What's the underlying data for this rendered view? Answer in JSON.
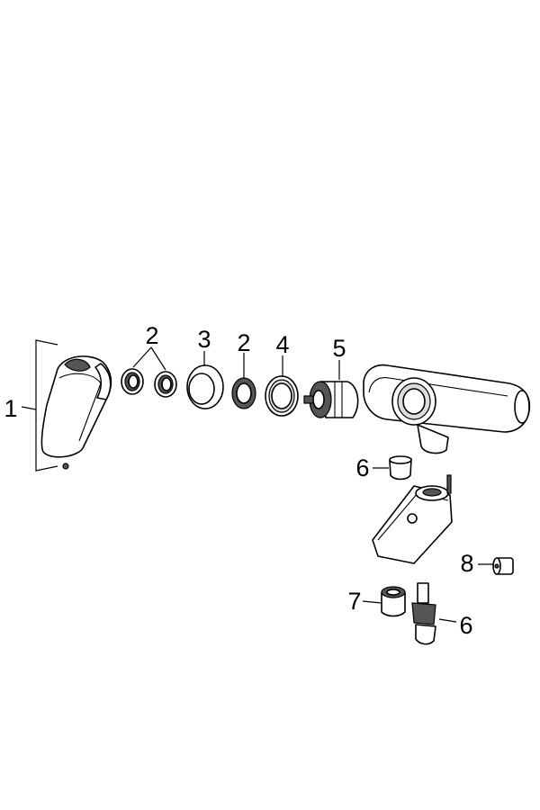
{
  "callouts": [
    {
      "id": "c1",
      "text": "1"
    },
    {
      "id": "c2a",
      "text": "2"
    },
    {
      "id": "c3",
      "text": "3"
    },
    {
      "id": "c2b",
      "text": "2"
    },
    {
      "id": "c4",
      "text": "4"
    },
    {
      "id": "c5",
      "text": "5"
    },
    {
      "id": "c6a",
      "text": "6"
    },
    {
      "id": "c8",
      "text": "8"
    },
    {
      "id": "c7",
      "text": "7"
    },
    {
      "id": "c6b",
      "text": "6"
    }
  ]
}
